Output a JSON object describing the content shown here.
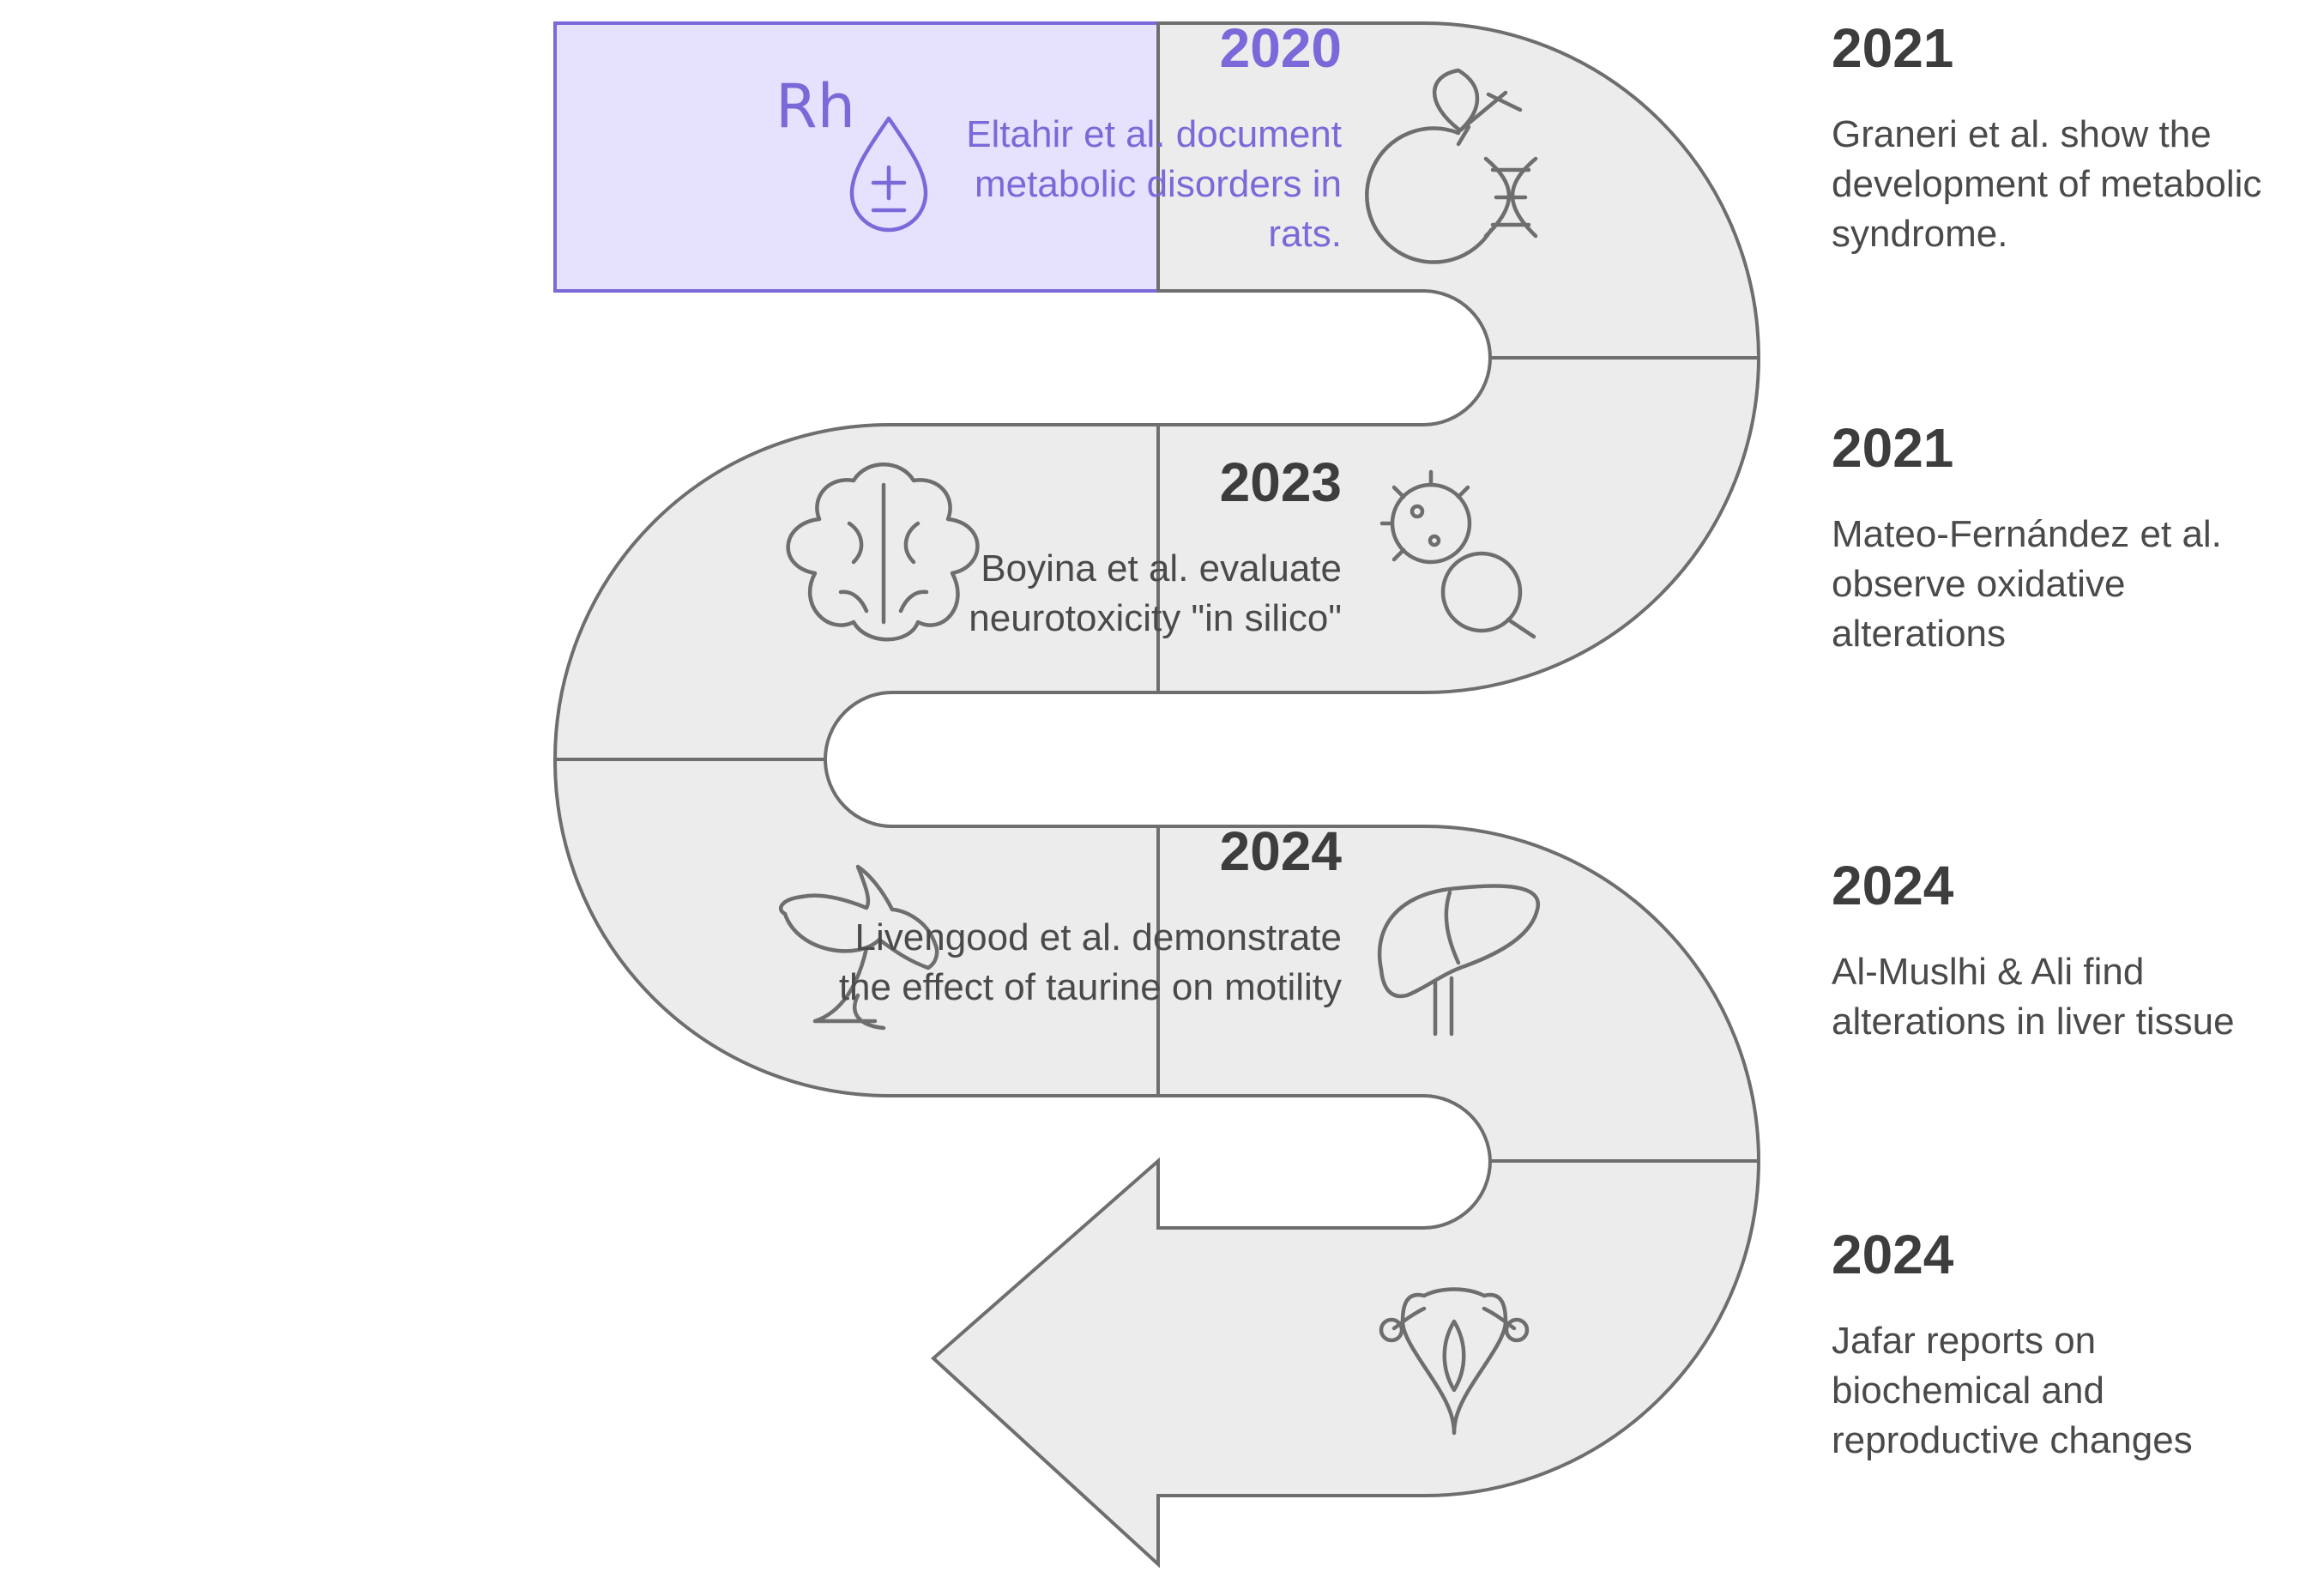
{
  "accent_color": "#7b68d9",
  "segment_fill": "#ececec",
  "segment_stroke": "#6e6e6e",
  "events": [
    {
      "year": "2020",
      "text": "Eltahir et al. document metabolic disorders in rats.",
      "icon": "rh-blood-drop-icon",
      "icon_label": "Rh",
      "side": "left",
      "highlighted": true
    },
    {
      "year": "2021",
      "text": "Graneri et al. show the development of metabolic syndrome.",
      "icon": "apple-dna-icon",
      "side": "right",
      "highlighted": false
    },
    {
      "year": "2021",
      "text": "Mateo-Fernández et al. observe oxidative alterations",
      "icon": "bacteria-magnifier-icon",
      "side": "right",
      "highlighted": false
    },
    {
      "year": "2023",
      "text": "Boyina et al. evaluate neurotoxicity \"in silico\"",
      "icon": "brain-icon",
      "side": "left",
      "highlighted": false
    },
    {
      "year": "2024",
      "text": "Livengood et al. demonstrate the effect of taurine on motility",
      "icon": "rabbit-icon",
      "side": "left",
      "highlighted": false
    },
    {
      "year": "2024",
      "text": "Al-Muslhi & Ali find alterations in liver tissue",
      "icon": "liver-icon",
      "side": "right",
      "highlighted": false
    },
    {
      "year": "2024",
      "text": "Jafar reports on biochemical and reproductive changes",
      "icon": "uterus-icon",
      "side": "right",
      "highlighted": false
    }
  ]
}
